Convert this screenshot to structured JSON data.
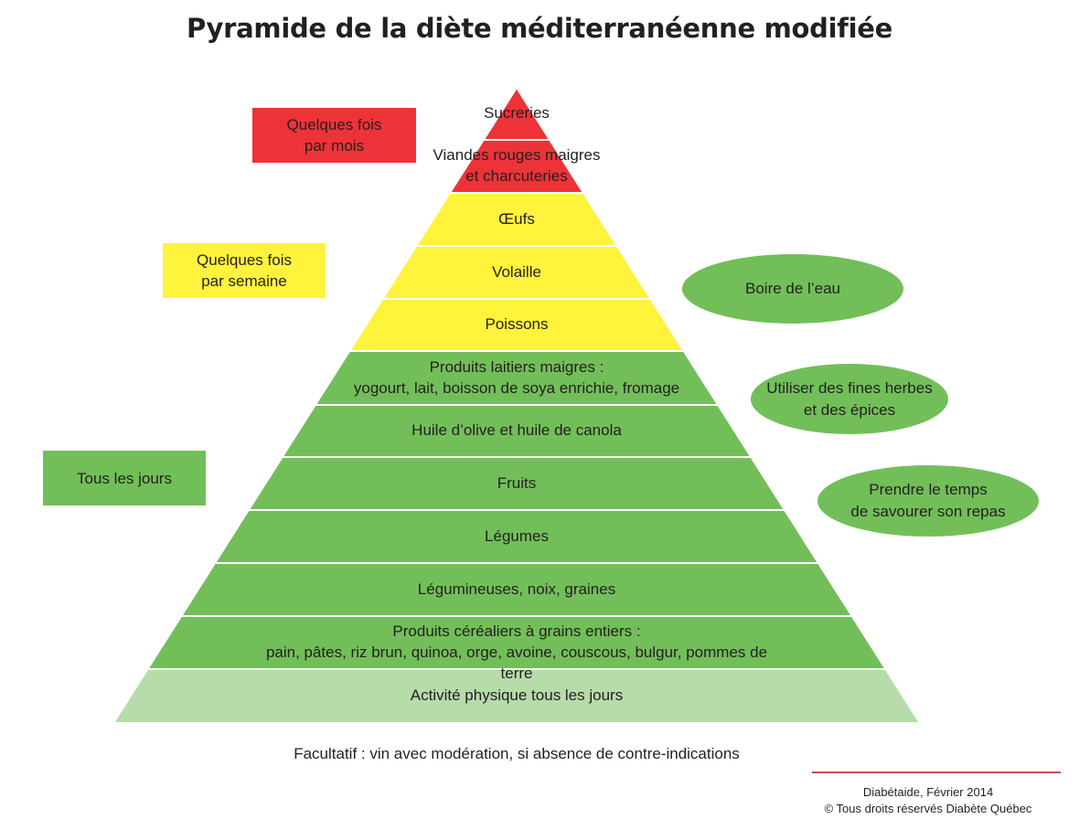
{
  "title": "Pyramide de la diète méditerranéenne modifiée",
  "colors": {
    "red": "#ee3338",
    "yellow": "#fff33b",
    "green": "#72bf59",
    "light_green": "#b6dcaa",
    "credit_line": "#c0504d"
  },
  "tiers": [
    {
      "lines": [
        "Sucreries"
      ],
      "color": "#ee3338"
    },
    {
      "lines": [
        "Viandes rouges maigres",
        "et charcuteries"
      ],
      "color": "#ee3338"
    },
    {
      "lines": [
        "Œufs"
      ],
      "color": "#fff33b"
    },
    {
      "lines": [
        "Volaille"
      ],
      "color": "#fff33b"
    },
    {
      "lines": [
        "Poissons"
      ],
      "color": "#fff33b"
    },
    {
      "lines": [
        "Produits laitiers maigres :",
        "yogourt, lait, boisson de soya enrichie, fromage"
      ],
      "color": "#72bf59"
    },
    {
      "lines": [
        "Huile d’olive et huile de canola"
      ],
      "color": "#72bf59"
    },
    {
      "lines": [
        "Fruits"
      ],
      "color": "#72bf59"
    },
    {
      "lines": [
        "Légumes"
      ],
      "color": "#72bf59"
    },
    {
      "lines": [
        "Légumineuses, noix, graines"
      ],
      "color": "#72bf59"
    },
    {
      "lines": [
        "Produits céréaliers à grains entiers :",
        "pain, pâtes, riz brun, quinoa, orge, avoine, couscous, bulgur, pommes de terre"
      ],
      "color": "#72bf59"
    },
    {
      "lines": [
        "Activité physique tous les jours"
      ],
      "color": "#b6dcaa"
    }
  ],
  "frequencies": {
    "monthly": {
      "lines": [
        "Quelques fois",
        "par mois"
      ],
      "color": "#ee3338"
    },
    "weekly": {
      "lines": [
        "Quelques fois",
        "par semaine"
      ],
      "color": "#fff33b"
    },
    "daily": {
      "lines": [
        "Tous les jours"
      ],
      "color": "#72bf59"
    }
  },
  "tips": [
    {
      "lines": [
        "Boire de l’eau"
      ]
    },
    {
      "lines": [
        "Utiliser des fines herbes",
        "et des épices"
      ]
    },
    {
      "lines": [
        "Prendre le temps",
        "de savourer son repas"
      ]
    }
  ],
  "optional_note": "Facultatif : vin avec modération, si absence de contre-indications",
  "credits": {
    "line1": "Diabétaide, Février 2014",
    "line2": "© Tous droits réservés Diabète Québec"
  }
}
